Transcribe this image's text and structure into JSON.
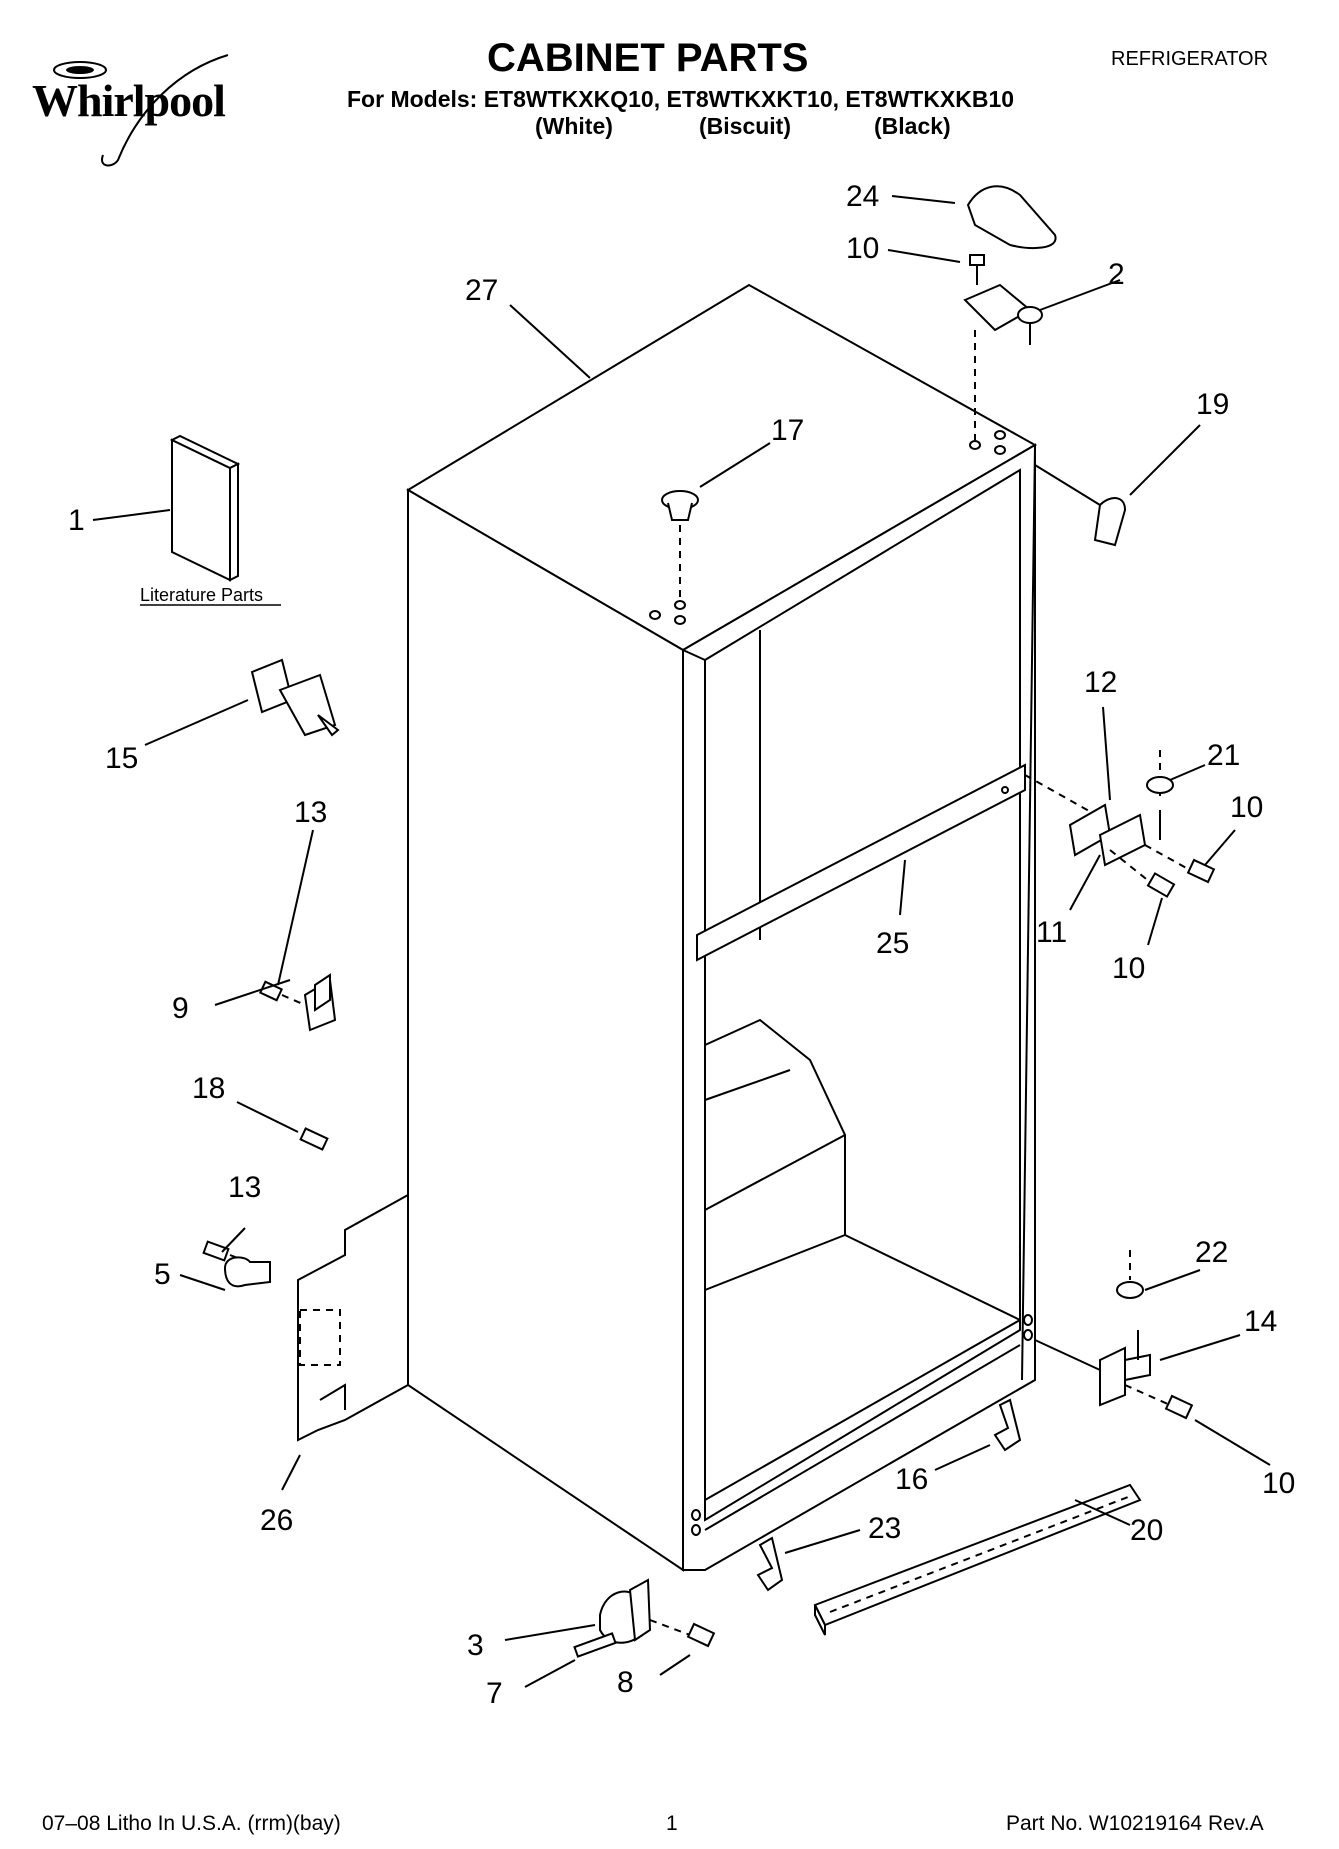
{
  "header": {
    "brand": "Whirlpool",
    "title": "CABINET PARTS",
    "category": "REFRIGERATOR",
    "models_line": "For Models: ET8WTKXKQ10, ET8WTKXKT10, ET8WTKXKB10",
    "variants": [
      "(White)",
      "(Biscuit)",
      "(Black)"
    ]
  },
  "diagram": {
    "literature_label": "Literature Parts",
    "callouts": {
      "c1": "1",
      "c2": "2",
      "c3": "3",
      "c5": "5",
      "c7": "7",
      "c8": "8",
      "c9": "9",
      "c10a": "10",
      "c10b": "10",
      "c10c": "10",
      "c10d": "10",
      "c11": "11",
      "c12": "12",
      "c13a": "13",
      "c13b": "13",
      "c14": "14",
      "c15": "15",
      "c16": "16",
      "c17": "17",
      "c18": "18",
      "c19": "19",
      "c20": "20",
      "c21": "21",
      "c22": "22",
      "c23": "23",
      "c24": "24",
      "c25": "25",
      "c26": "26",
      "c27": "27"
    }
  },
  "footer": {
    "litho": "07–08 Litho In U.S.A. (rrm)(bay)",
    "page": "1",
    "part_no": "Part No. W10219164 Rev.A"
  }
}
